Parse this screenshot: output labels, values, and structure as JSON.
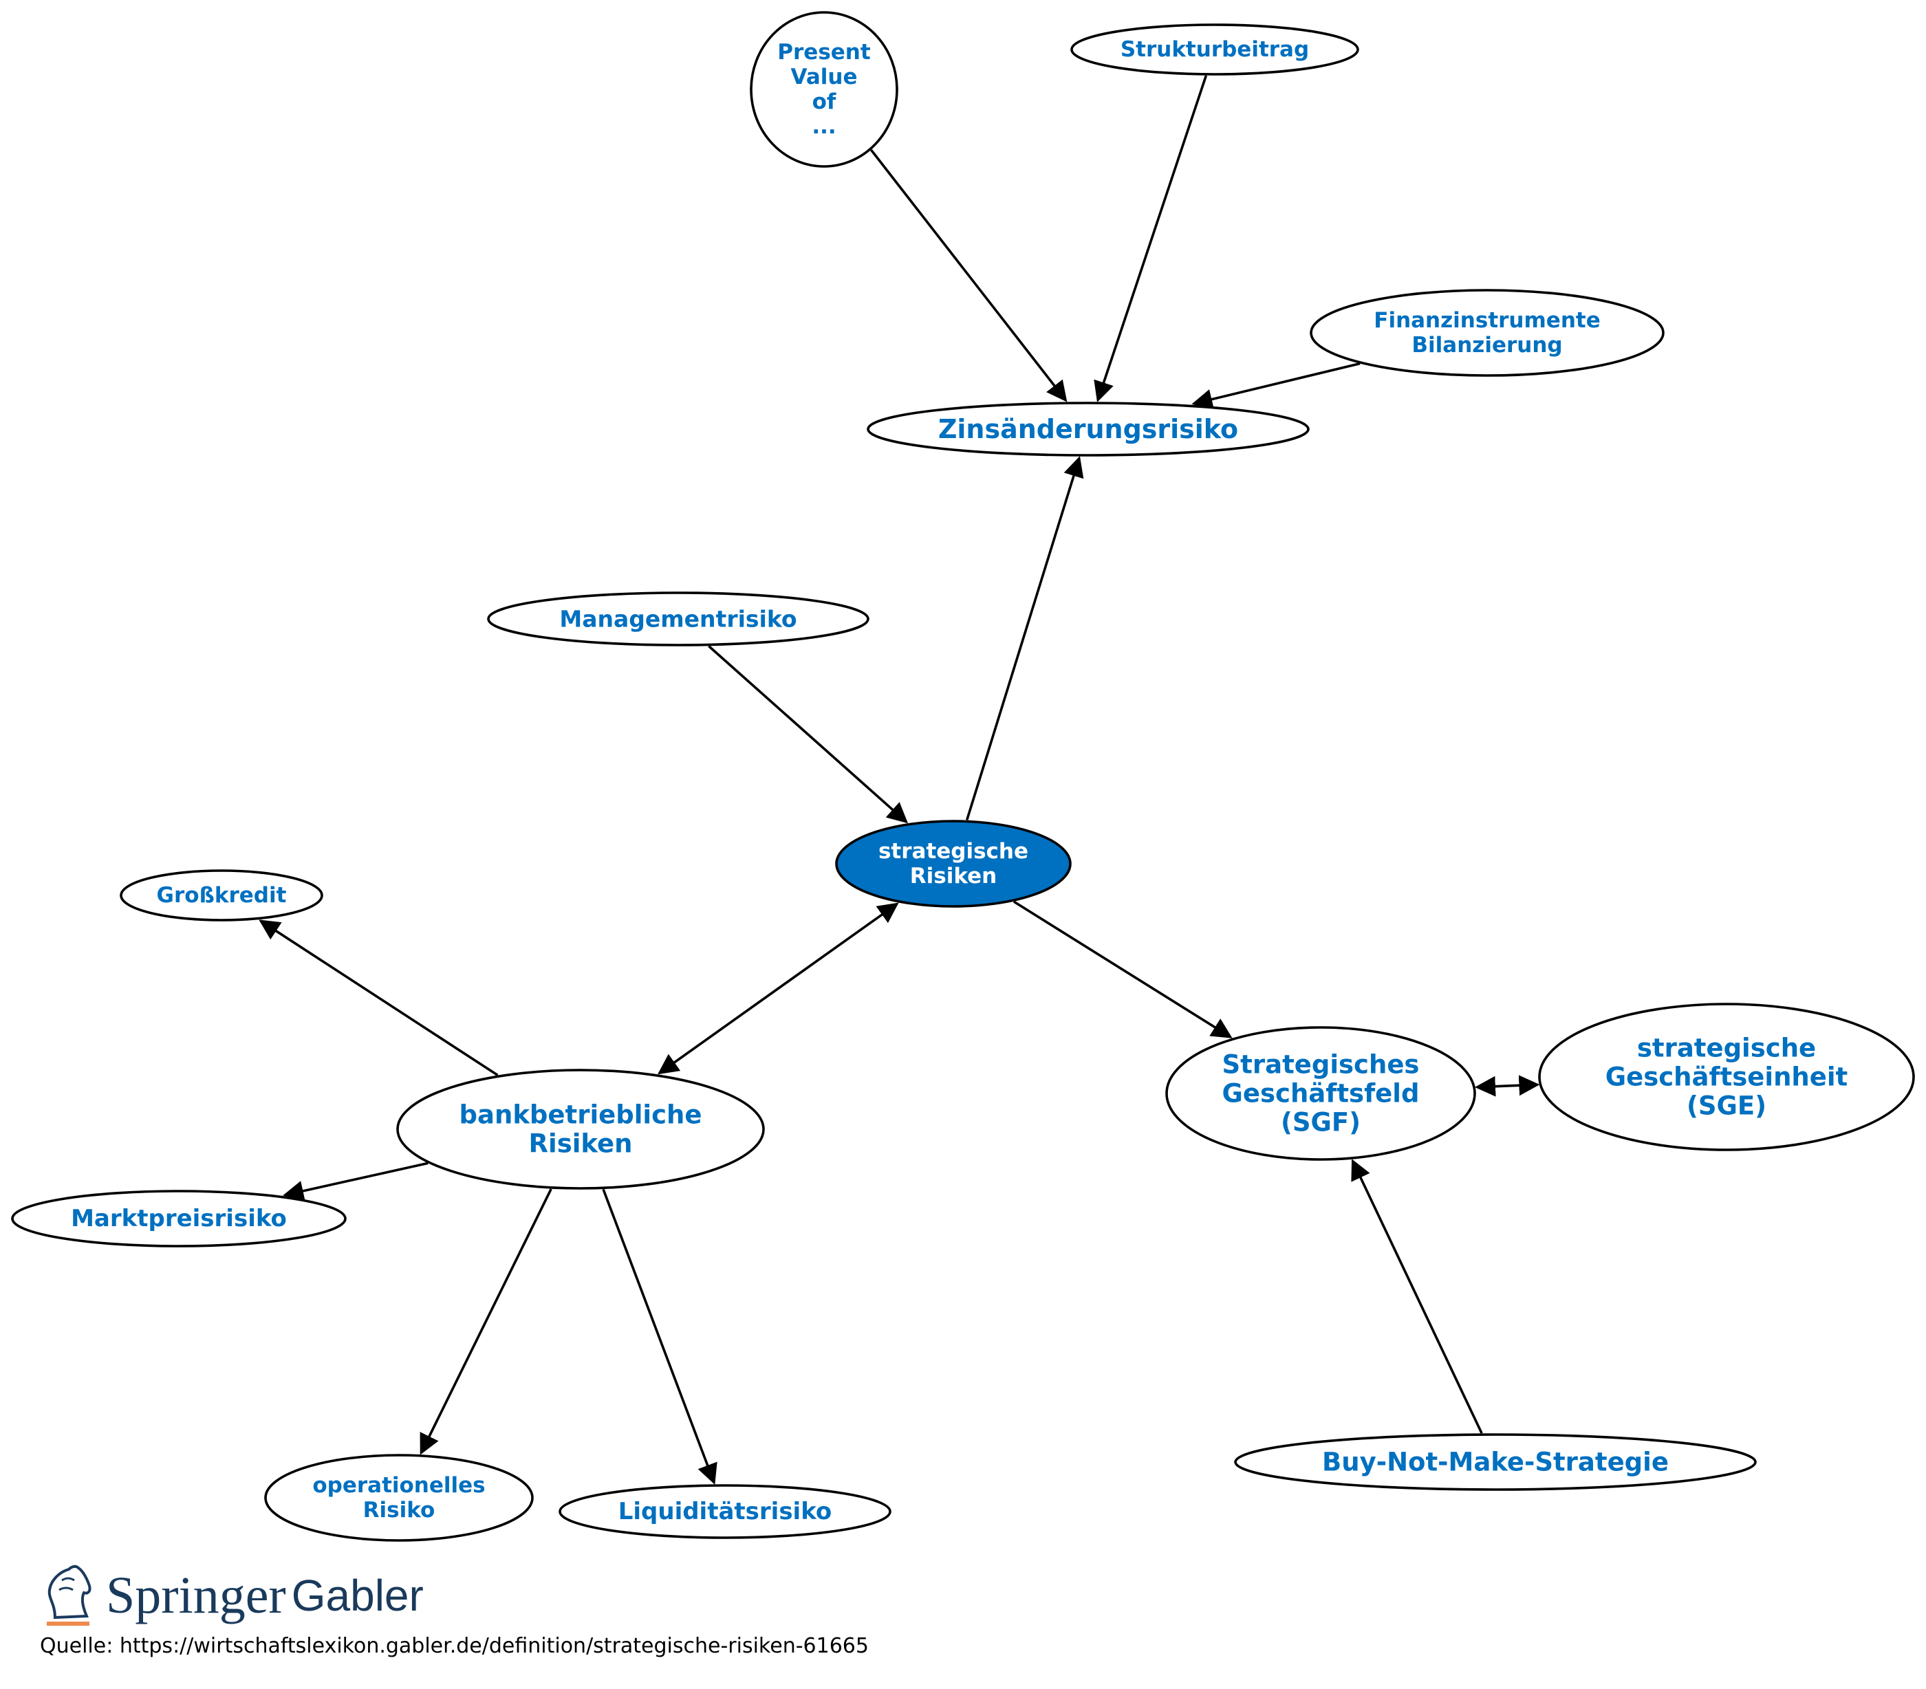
{
  "diagram": {
    "nodes": [
      {
        "id": "strategische-risiken",
        "lines": [
          "strategische",
          "Risiken"
        ],
        "center": true
      },
      {
        "id": "zinsaenderungsrisiko",
        "lines": [
          "Zinsänderungsrisiko"
        ]
      },
      {
        "id": "present-value",
        "lines": [
          "Present",
          "Value",
          "of",
          "..."
        ]
      },
      {
        "id": "strukturbeitrag",
        "lines": [
          "Strukturbeitrag"
        ]
      },
      {
        "id": "finanzinstrumente",
        "lines": [
          "Finanzinstrumente",
          "Bilanzierung"
        ]
      },
      {
        "id": "managementrisiko",
        "lines": [
          "Managementrisiko"
        ]
      },
      {
        "id": "grosskredit",
        "lines": [
          "Großkredit"
        ]
      },
      {
        "id": "bankbetriebliche-risiken",
        "lines": [
          "bankbetriebliche",
          "Risiken"
        ]
      },
      {
        "id": "marktpreisrisiko",
        "lines": [
          "Marktpreisrisiko"
        ]
      },
      {
        "id": "operationelles-risiko",
        "lines": [
          "operationelles",
          "Risiko"
        ]
      },
      {
        "id": "liquiditaetsrisiko",
        "lines": [
          "Liquiditätsrisiko"
        ]
      },
      {
        "id": "sgf",
        "lines": [
          "Strategisches",
          "Geschäftsfeld",
          "(SGF)"
        ]
      },
      {
        "id": "sge",
        "lines": [
          "strategische",
          "Geschäftseinheit",
          "(SGE)"
        ]
      },
      {
        "id": "buy-not-make",
        "lines": [
          "Buy-Not-Make-Strategie"
        ]
      }
    ],
    "edges": [
      {
        "from": "present-value",
        "to": "zinsaenderungsrisiko"
      },
      {
        "from": "strukturbeitrag",
        "to": "zinsaenderungsrisiko"
      },
      {
        "from": "finanzinstrumente",
        "to": "zinsaenderungsrisiko"
      },
      {
        "from": "strategische-risiken",
        "to": "zinsaenderungsrisiko"
      },
      {
        "from": "managementrisiko",
        "to": "strategische-risiken"
      },
      {
        "from": "strategische-risiken",
        "to": "sgf"
      },
      {
        "from": "bankbetriebliche-risiken",
        "to": "strategische-risiken",
        "bidirectional": true
      },
      {
        "from": "bankbetriebliche-risiken",
        "to": "grosskredit"
      },
      {
        "from": "bankbetriebliche-risiken",
        "to": "marktpreisrisiko"
      },
      {
        "from": "bankbetriebliche-risiken",
        "to": "operationelles-risiko"
      },
      {
        "from": "bankbetriebliche-risiken",
        "to": "liquiditaetsrisiko"
      },
      {
        "from": "sgf",
        "to": "sge",
        "bidirectional": true
      },
      {
        "from": "buy-not-make",
        "to": "sgf"
      }
    ],
    "colors": {
      "accent": "#0070c0",
      "edge": "#000000",
      "center_text": "#ffffff"
    }
  },
  "logo": {
    "text_a": "Springer",
    "text_b": "Gabler",
    "icon": "horse-head-icon"
  },
  "source": {
    "text": "Quelle: https://wirtschaftslexikon.gabler.de/definition/strategische-risiken-61665"
  }
}
